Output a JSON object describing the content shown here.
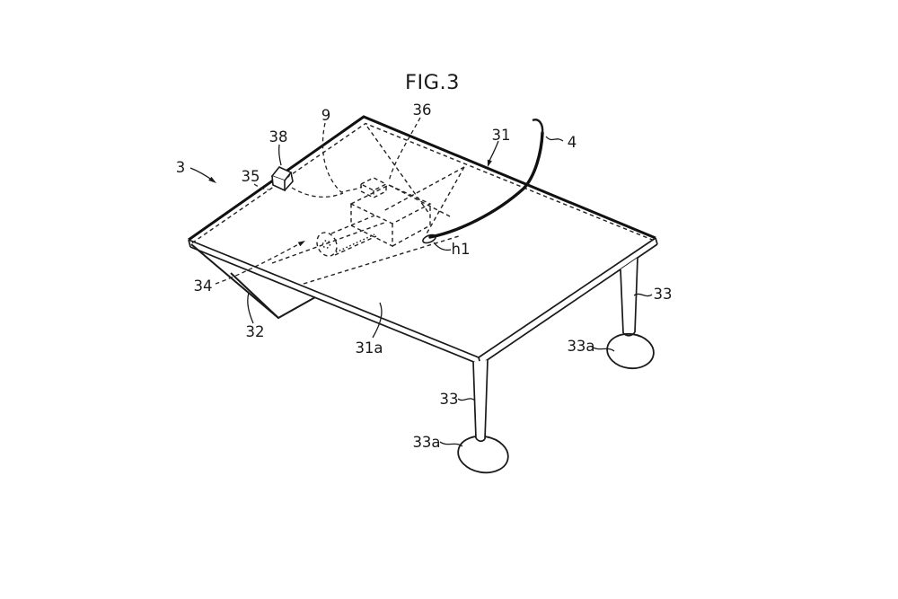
{
  "figure_title": "FIG.3",
  "ref_labels": {
    "r3": "3",
    "r38": "38",
    "r35": "35",
    "r9": "9",
    "r36": "36",
    "r31": "31",
    "r4": "4",
    "rh1": "h1",
    "r34": "34",
    "r32": "32",
    "r31a": "31a",
    "r33_front": "33",
    "r33a_front": "33a",
    "r33_right": "33",
    "r33a_right": "33a"
  },
  "colors": {
    "ink": "#1a1a1a",
    "background": "#ffffff"
  }
}
